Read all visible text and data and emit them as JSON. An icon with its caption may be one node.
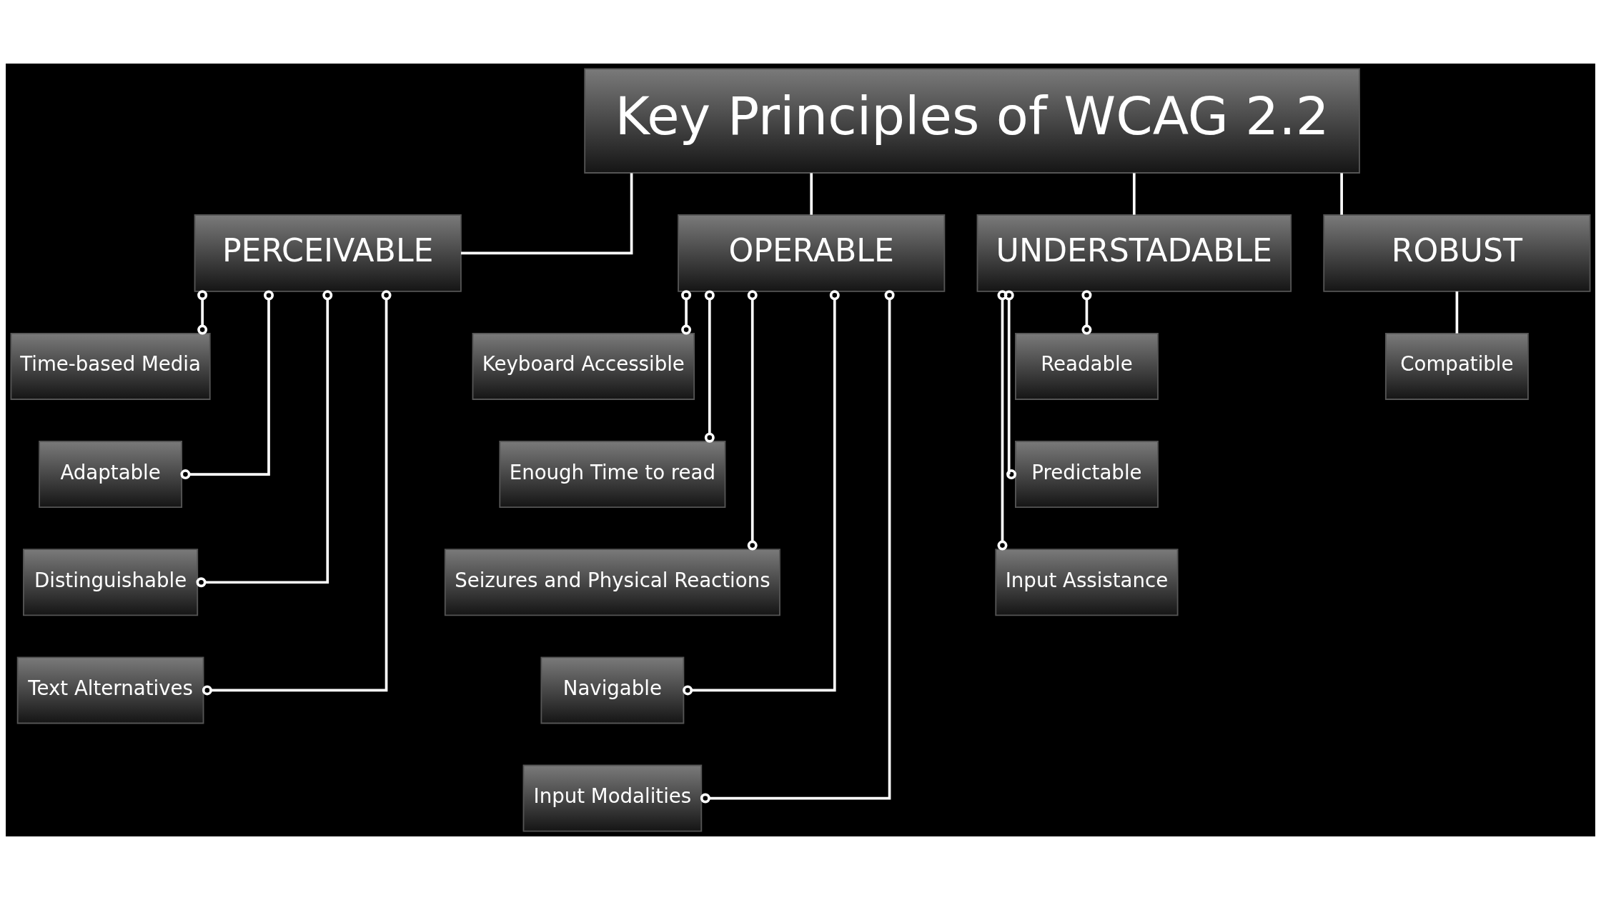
{
  "diagram": {
    "nodes": [
      {
        "text": [
          "Key Principles of WCAG 2.2"
        ]
      },
      {
        "text": [
          "PERCEIVABLE"
        ]
      },
      {
        "text": [
          "Time-based Media"
        ]
      },
      {
        "text": [
          "Adaptable"
        ]
      },
      {
        "text": [
          "Distinguishable"
        ]
      },
      {
        "text": [
          "Text Alternatives"
        ]
      },
      {
        "text": [
          "OPERABLE"
        ]
      },
      {
        "text": [
          "Keyboard Accessible"
        ]
      },
      {
        "text": [
          "Enough Time to read"
        ]
      },
      {
        "text": [
          "Seizures and Physical Reactions"
        ]
      },
      {
        "text": [
          "Navigable"
        ]
      },
      {
        "text": [
          "Input Modalities"
        ]
      },
      {
        "text": [
          "UNDERSTADABLE"
        ]
      },
      {
        "text": [
          "Readable"
        ]
      },
      {
        "text": [
          "Predictable"
        ]
      },
      {
        "text": [
          "Input Assistance"
        ]
      },
      {
        "text": [
          "ROBUST"
        ]
      },
      {
        "text": [
          "Compatible"
        ]
      }
    ],
    "edges": [
      {
        "from": 0,
        "to": 1,
        "arrow": "none"
      },
      {
        "from": 0,
        "to": 6,
        "arrow": "none"
      },
      {
        "from": 0,
        "to": 12,
        "arrow": "none"
      },
      {
        "from": 0,
        "to": 16,
        "arrow": "none"
      },
      {
        "from": 1,
        "to": 2,
        "arrow": "other"
      },
      {
        "from": 1,
        "to": 3,
        "arrow": "other"
      },
      {
        "from": 1,
        "to": 4,
        "arrow": "other"
      },
      {
        "from": 1,
        "to": 5,
        "arrow": "other"
      },
      {
        "from": 6,
        "to": 7,
        "arrow": "other"
      },
      {
        "from": 6,
        "to": 8,
        "arrow": "other"
      },
      {
        "from": 6,
        "to": 9,
        "arrow": "other"
      },
      {
        "from": 6,
        "to": 10,
        "arrow": "other"
      },
      {
        "from": 6,
        "to": 11,
        "arrow": "other"
      },
      {
        "from": 12,
        "to": 13,
        "arrow": "other"
      },
      {
        "from": 12,
        "to": 14,
        "arrow": "other"
      },
      {
        "from": 12,
        "to": 15,
        "arrow": "other"
      },
      {
        "from": 16,
        "to": 17,
        "arrow": "none"
      }
    ]
  }
}
